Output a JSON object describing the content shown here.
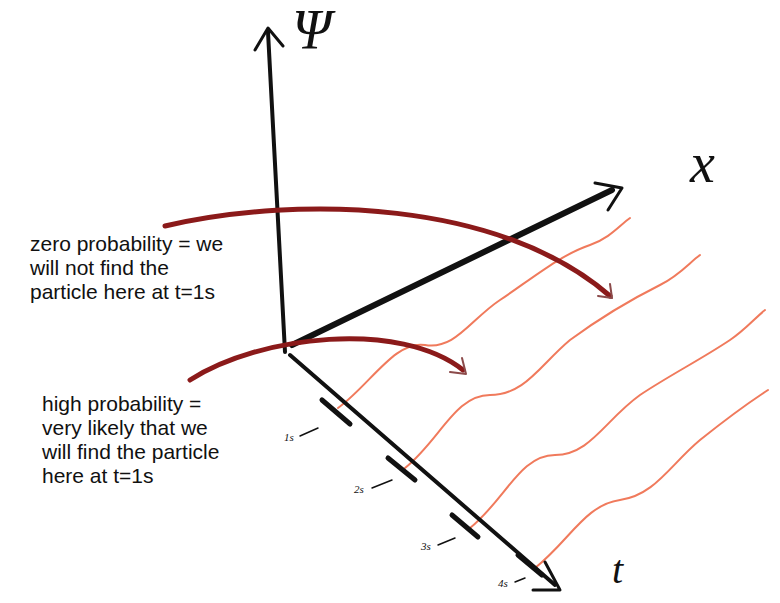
{
  "diagram": {
    "labels": [
      "Ψ",
      "x",
      "t",
      "1s",
      "2s",
      "3s",
      "4s",
      "zero probability = we will not find the particle here at t=1s",
      "high probability = very likely that we will find the particle here at t=1s"
    ]
  }
}
